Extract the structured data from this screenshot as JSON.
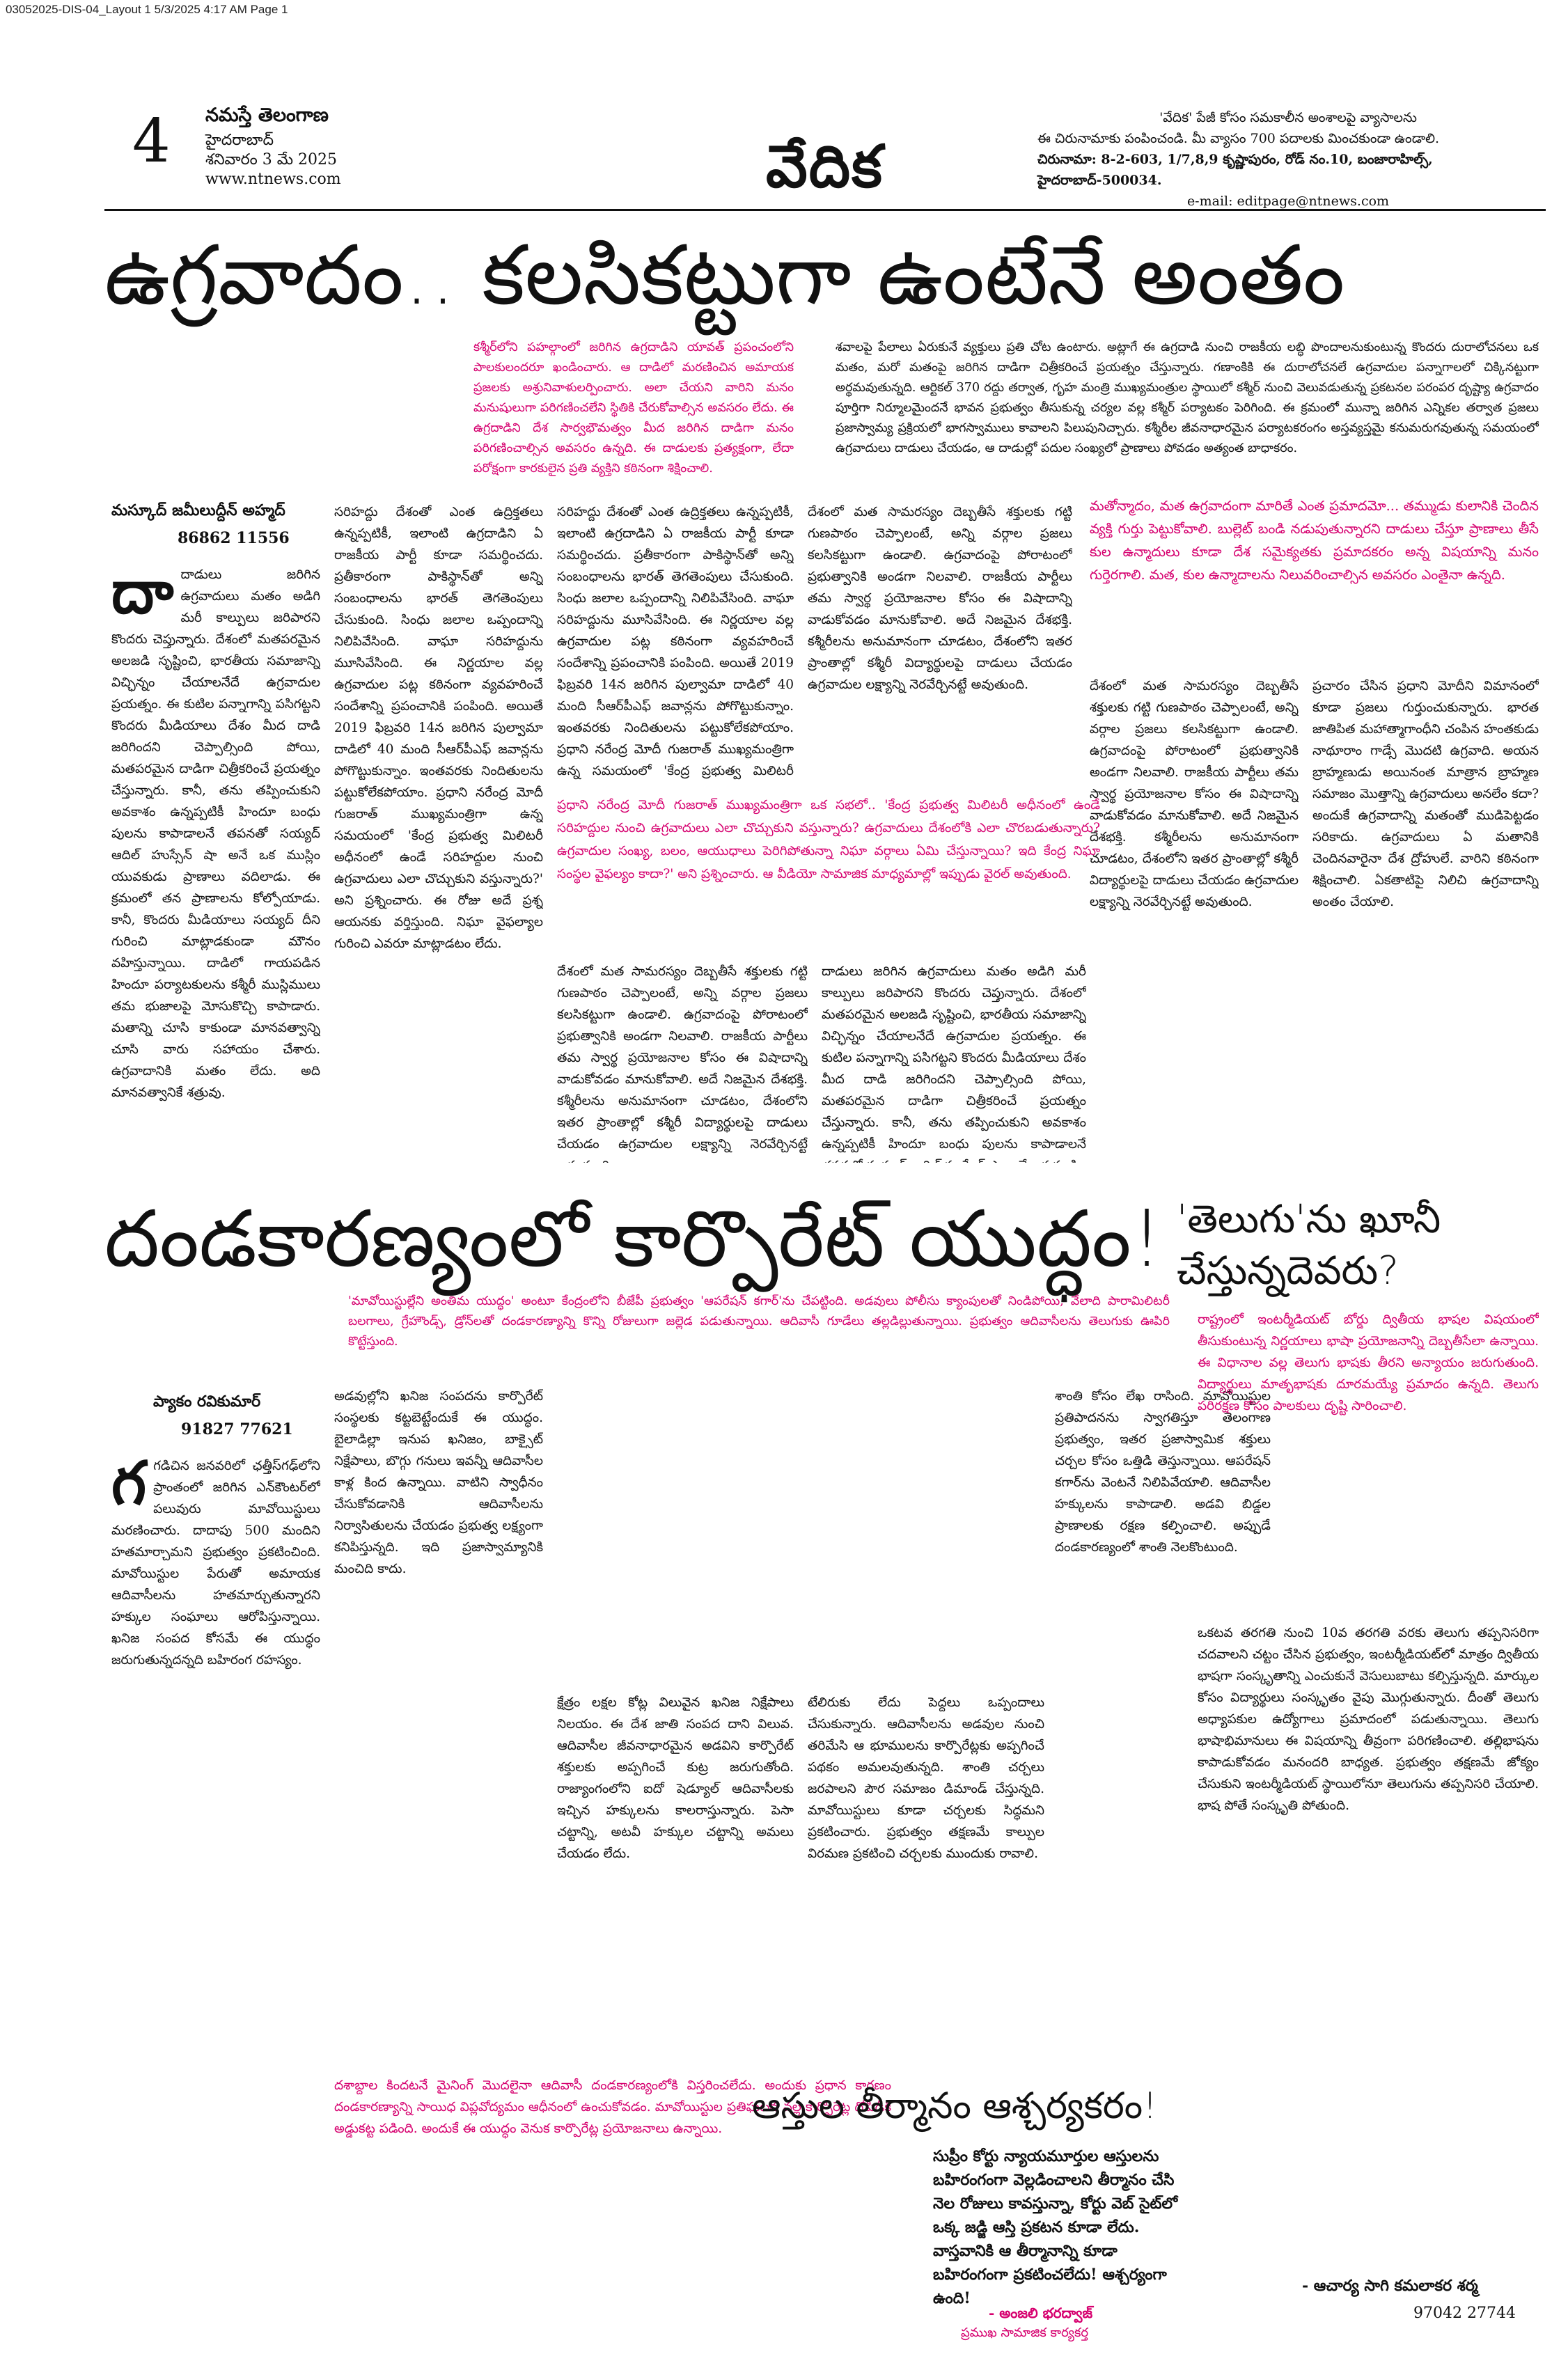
{
  "slug": "03052025-DIS-04_Layout 1 5/3/2025 4:17 AM Page 1",
  "masthead": {
    "page_number": "4",
    "brand": "నమస్తే తెలంగాణ",
    "city": "హైదరాబాద్",
    "date": "శనివారం 3 మే 2025",
    "website": "www.ntnews.com",
    "section": "వేదిక",
    "info_line1": "'వేదిక' పేజీ కోసం సమకాలీన అంశాలపై వ్యాసాలను",
    "info_line2": "ఈ చిరునామాకు పంపించండి. మీ వ్యాసం 700 పదాలకు మించకుండా ఉండాలి.",
    "info_line3": "చిరునామా: 8-2-603, 1/7,8,9 కృష్ణాపురం, రోడ్ నం.10, బంజారాహిల్స్, హైదరాబాద్-500034.",
    "info_line4": "e-mail: editpage@ntnews.com"
  },
  "article1": {
    "headline": "ఉగ్రవాదం.. కలసికట్టుగా ఉంటేనే అంతం",
    "intro_pink": "కశ్మీర్‌లోని పహల్గాంలో జరిగిన ఉగ్రదాడిని యావత్ ప్రపంచంలోని పాలకులందరూ ఖండించారు. ఆ దాడిలో మరణించిన అమాయక ప్రజలకు అశ్రునివాళులర్పించారు. అలా చేయని వారిని మనం మనుషులుగా పరిగణించలేని స్థితికి చేరుకోవాల్సిన అవసరం లేదు. ఈ ఉగ్రదాడిని దేశ సార్వభౌమత్వం మీద జరిగిన దాడిగా మనం పరిగణించాల్సిన అవసరం ఉన్నది. ఈ దాడులకు ప్రత్యక్షంగా, లేదా పరోక్షంగా కారకులైన ప్రతి వ్యక్తిని కఠినంగా శిక్షించాలి.",
    "intro_right": "శవాలపై పేలాలు ఏరుకునే వ్యక్తులు ప్రతి చోట ఉంటారు. అట్లాగే ఈ ఉగ్రదాడి నుంచి రాజకీయ లబ్ధి పొందాలనుకుంటున్న కొందరు దురాలోచనలు ఒక మతం, మరో మతంపై జరిగిన దాడిగా చిత్రీకరించే ప్రయత్నం చేస్తున్నారు. గణాంకికి ఈ దురాలోచనలే ఉగ్రవాదుల పన్నాగాలలో చిక్కినట్టుగా అర్థమవుతున్నది. ఆర్టికల్ 370 రద్దు తర్వాత, గృహ మంత్రి ముఖ్యమంత్రుల స్థాయిలో కశ్మీర్ నుంచి వెలువడుతున్న ప్రకటనల పరంపర దృష్ట్యా ఉగ్రవాదం పూర్తిగా నిర్మూలమైందనే భావన ప్రభుత్వం తీసుకున్న చర్యల వల్ల కశ్మీర్ పర్యాటకం పెరిగింది. ఈ క్రమంలో మున్నా జరిగిన ఎన్నికల తర్వాత ప్రజలు ప్రజాస్వామ్య ప్రక్రియలో భాగస్వాములు కావాలని పిలుపునిచ్చారు. కశ్మీరీల జీవనాధారమైన పర్యాటకరంగం అస్తవ్యస్తమై కనుమరుగవుతున్న సమయంలో ఉగ్రవాదులు దాడులు చేయడం, ఆ దాడుల్లో పదుల సంఖ్యలో ప్రాణాలు పోవడం అత్యంత బాధాకరం.",
    "byline": "మస్కూద్ జమీలుద్దీన్ అహ్మద్",
    "phone": "86862 11556",
    "col1": "దాడులు జరిగిన ఉగ్రవాదులు మతం అడిగి మరీ కాల్పులు జరిపారని కొందరు చెప్తున్నారు. దేశంలో మతపరమైన అలజడి సృష్టించి, భారతీయ సమాజాన్ని విచ్ఛిన్నం చేయాలనేదే ఉగ్రవాదుల ప్రయత్నం. ఈ కుటిల పన్నాగాన్ని పసిగట్టని కొందరు మీడియాలు దేశం మీద దాడి జరిగిందని చెప్పాల్సింది పోయి, మతపరమైన దాడిగా చిత్రీకరించే ప్రయత్నం చేస్తున్నారు. కానీ, తను తప్పించుకుని అవకాశం ఉన్నప్పటికీ హిందూ బంధు పులను కాపాడాలనే తపనతో సయ్యద్ ఆదిల్ హుస్సేన్ షా అనే ఒక ముస్లిం యువకుడు ప్రాణాలు వదిలాడు. ఈ క్రమంలో తన ప్రాణాలను కోల్పోయాడు. కానీ, కొందరు మీడియాలు సయ్యద్ దీని గురించి మాట్లాడకుండా మౌనం వహిస్తున్నాయి. దాడిలో గాయపడిన హిందూ పర్యాటకులను కశ్మీరీ ముస్లిములు తమ భుజాలపై మోసుకొచ్చి కాపాడారు. మతాన్ని చూసి కాకుండా మానవత్వాన్ని చూసి వారు సహాయం చేశారు. ఉగ్రవాదానికి మతం లేదు. అది మానవత్వానికే శత్రువు.",
    "col2": "సరిహద్దు దేశంతో ఎంత ఉద్రిక్తతలు ఉన్నప్పటికీ, ఇలాంటి ఉగ్రదాడిని ఏ రాజకీయ పార్టీ కూడా సమర్థించదు. ప్రతీకారంగా పాకిస్థాన్‌తో అన్ని సంబంధాలను భారత్ తెగతెంపులు చేసుకుంది. సింధు జలాల ఒప్పందాన్ని నిలిపివేసింది. వాఘా సరిహద్దును మూసివేసింది. ఈ నిర్ణయాల వల్ల ఉగ్రవాదుల పట్ల కఠినంగా వ్యవహరించే సందేశాన్ని ప్రపంచానికి పంపింది. అయితే 2019 ఫిబ్రవరి 14న జరిగిన పుల్వామా దాడిలో 40 మంది సీఆర్‌పీఎఫ్ జవాన్లను పోగొట్టుకున్నాం. ఇంతవరకు నిందితులను పట్టుకోలేకపోయాం. ప్రధాని నరేంద్ర మోదీ గుజరాత్ ముఖ్యమంత్రిగా ఉన్న సమయంలో 'కేంద్ర ప్రభుత్వ మిలిటరీ అధీనంలో ఉండే సరిహద్దుల నుంచి ఉగ్రవాదులు ఎలా చొచ్చుకుని వస్తున్నారు?' అని ప్రశ్నించారు. ఈ రోజు అదే ప్రశ్న ఆయనకు వర్తిస్తుంది. నిఘా వైఫల్యాల గురించి ఎవరూ మాట్లాడటం లేదు.",
    "pink_box": "మతోన్మాదం, మత ఉగ్రవాదంగా మారితే ఎంత ప్రమాదమో... తమ్ముడు కులానికి చెందిన వ్యక్తి గుర్తు పెట్టుకోవాలి. బుల్లెట్ బండి నడుపుతున్నారని దాడులు చేస్తూ ప్రాణాలు తీసే కుల ఉన్మాదులు కూడా దేశ సమైక్యతకు ప్రమాదకరం అన్న విషయాన్ని మనం గుర్తెరగాలి. మత, కుల ఉన్మాదాలను నిలువరించాల్సిన అవసరం ఎంతైనా ఉన్నది.",
    "pink_mid": "ప్రధాని నరేంద్ర మోదీ గుజరాత్ ముఖ్యమంత్రిగా ఒక సభలో.. 'కేంద్ర ప్రభుత్వ మిలిటరీ అధీనంలో ఉండే సరిహద్దుల నుంచి ఉగ్రవాదులు ఎలా చొచ్చుకుని వస్తున్నారు? ఉగ్రవాదులు దేశంలోకి ఎలా చొరబడుతున్నారు? ఉగ్రవాదుల సంఖ్య, బలం, ఆయుధాలు పెరిగిపోతున్నా నిఘా వర్గాలు ఏమి చేస్తున్నాయి? ఇది కేంద్ర నిఘా సంస్థల వైఫల్యం కాదా?' అని ప్రశ్నించారు. ఆ వీడియో సామాజిక మాధ్యమాల్లో ఇప్పుడు వైరల్ అవుతుంది.",
    "col4": "దేశంలో మత సామరస్యం దెబ్బతీసే శక్తులకు గట్టి గుణపాఠం చెప్పాలంటే, అన్ని వర్గాల ప్రజలు కలసికట్టుగా ఉండాలి. ఉగ్రవాదంపై పోరాటంలో ప్రభుత్వానికి అండగా నిలవాలి. రాజకీయ పార్టీలు తమ స్వార్థ ప్రయోజనాల కోసం ఈ విషాదాన్ని వాడుకోవడం మానుకోవాలి. అదే నిజమైన దేశభక్తి. కశ్మీరీలను అనుమానంగా చూడటం, దేశంలోని ఇతర ప్రాంతాల్లో కశ్మీరీ విద్యార్థులపై దాడులు చేయడం ఉగ్రవాదుల లక్ష్యాన్ని నెరవేర్చినట్టే అవుతుంది.",
    "col5": "ప్రచారం చేసిన ప్రధాని మోదీని విమానంలో కూడా ప్రజలు గుర్తుంచుకున్నారు. భారత జాతిపిత మహాత్మాగాంధీని చంపిన హంతకుడు నాథూరాం గాడ్సే మొదటి ఉగ్రవాది. అయన బ్రాహ్మణుడు అయినంత మాత్రాన బ్రాహ్మణ సమాజం మొత్తాన్ని ఉగ్రవాదులు అనలేం కదా? అందుకే ఉగ్రవాదాన్ని మతంతో ముడిపెట్టడం సరికాదు. ఉగ్రవాదులు ఏ మతానికి చెందినవారైనా దేశ ద్రోహులే. వారిని కఠినంగా శిక్షించాలి. ఏకతాటిపై నిలిచి ఉగ్రవాదాన్ని అంతం చేయాలి."
  },
  "article2": {
    "headline": "దండకారణ్యంలో కార్పొరేట్ యుద్ధం!",
    "intro_pink": "'మావోయిస్టుల్లేని అంతిమ యుద్ధం' అంటూ కేంద్రంలోని బీజేపీ ప్రభుత్వం 'ఆపరేషన్ కగార్'ను చేపట్టింది. అడవులు పోలీసు క్యాంపులతో నిండిపోయి, వేలాది పారామిలిటరీ బలగాలు, గ్రేహౌండ్స్, డ్రోన్‌లతో దండకారణ్యాన్ని కొన్ని రోజులుగా జల్లెడ పడుతున్నాయి. ఆదివాసీ గూడేలు తల్లడిల్లుతున్నాయి. ప్రభుత్వం ఆదివాసీలను తెలుగుకు ఊపిరి కొట్టేస్తుంది.",
    "byline": "ప్యాకం రవికుమార్",
    "phone": "91827 77621",
    "col1": "గడిచిన జనవరిలో ఛత్తీస్‌గఢ్‌లోని ప్రాంతంలో జరిగిన ఎన్‌కౌంటర్‌లో పలువురు మావోయిస్టులు మరణించారు. దాదాపు 500 మందిని హతమార్చామని ప్రభుత్వం ప్రకటించింది. మావోయిస్టుల పేరుతో అమాయక ఆదివాసీలను హతమార్చుతున్నారని హక్కుల సంఘాలు ఆరోపిస్తున్నాయి. ఖనిజ సంపద కోసమే ఈ యుద్ధం జరుగుతున్నదన్నది బహిరంగ రహస్యం.",
    "col2": "అడవుల్లోని ఖనిజ సంపదను కార్పొరేట్ సంస్థలకు కట్టబెట్టేందుకే ఈ యుద్ధం. బైలాడిల్లా ఇనుప ఖనిజం, బాక్సైట్ నిక్షేపాలు, బొగ్గు గనులు ఇవన్నీ ఆదివాసీల కాళ్ల కింద ఉన్నాయి. వాటిని స్వాధీనం చేసుకోవడానికి ఆదివాసీలను నిర్వాసితులను చేయడం ప్రభుత్వ లక్ష్యంగా కనిపిస్తున్నది. ఇది ప్రజాస్వామ్యానికి మంచిది కాదు.",
    "col3": "క్షేత్రం లక్షల కోట్ల విలువైన ఖనిజ నిక్షేపాలు నిలయం. ఈ దేశ జాతి సంపద దాని విలువ. ఆదివాసీల జీవనాధారమైన అడవిని కార్పొరేట్ శక్తులకు అప్పగించే కుట్ర జరుగుతోంది. రాజ్యాంగంలోని ఐదో షెడ్యూల్ ఆదివాసీలకు ఇచ్చిన హక్కులను కాలరాస్తున్నారు. పెసా చట్టాన్ని, అటవీ హక్కుల చట్టాన్ని అమలు చేయడం లేదు.",
    "pink_box": "దశాబ్దాల కిందటనే మైనింగ్ మొదలైనా ఆదివాసీ దండకారణ్యంలోకి విస్తరించలేదు. అందుకు ప్రధాన కారణం దండకారణ్యాన్ని సాయిధ విప్లవోద్యమం ఆధీనంలో ఉంచుకోవడం. మావోయిస్టుల ప్రతిఘటన వల్ల కార్పొరేట్ల దోపిడీకి అడ్డుకట్ట పడింది. అందుకే ఈ యుద్ధం వెనుక కార్పొరేట్ల ప్రయోజనాలు ఉన్నాయి.",
    "col4": "టేలిరుకు లేదు పెద్దలు ఒప్పందాలు చేసుకున్నారు. ఆదివాసీలను అడవుల నుంచి తరిమేసి ఆ భూములను కార్పొరేట్లకు అప్పగించే పథకం అమలవుతున్నది. శాంతి చర్చలు జరపాలని పౌర సమాజం డిమాండ్ చేస్తున్నది. మావోయిస్టులు కూడా చర్చలకు సిద్ధమని ప్రకటించారు. ప్రభుత్వం తక్షణమే కాల్పుల విరమణ ప్రకటించి చర్చలకు ముందుకు రావాలి.",
    "col5": "శాంతి కోసం లేఖ రాసింది. మావోయిస్టుల ప్రతిపాదనను స్వాగతిస్తూ తెలంగాణ ప్రభుత్వం, ఇతర ప్రజాస్వామిక శక్తులు చర్చల కోసం ఒత్తిడి తెస్తున్నాయి. ఆపరేషన్ కగార్‌ను వెంటనే నిలిపివేయాలి. ఆదివాసీల హక్కులను కాపాడాలి. అడవి బిడ్డల ప్రాణాలకు రక్షణ కల్పించాలి. అప్పుడే దండకారణ్యంలో శాంతి నెలకొంటుంది."
  },
  "article3": {
    "headline": "'తెలుగు'ను ఖూనీ చేస్తున్నదెవరు?",
    "intro_pink": "రాష్ట్రంలో ఇంటర్మీడియట్ బోర్డు ద్వితీయ భాషల విషయంలో తీసుకుంటున్న నిర్ణయాలు భాషా ప్రయోజనాన్ని దెబ్బతీసేలా ఉన్నాయి. ఈ విధానాల వల్ల తెలుగు భాషకు తీరని అన్యాయం జరుగుతుంది. విద్యార్థులు మాతృభాషకు దూరమయ్యే ప్రమాదం ఉన్నది. తెలుగు పరిరక్షణ కోసం పాలకులు దృష్టి సారించాలి.",
    "body": "ఒకటవ తరగతి నుంచి 10వ తరగతి వరకు తెలుగు తప్పనిసరిగా చదవాలని చట్టం చేసిన ప్రభుత్వం, ఇంటర్మీడియట్‌లో మాత్రం ద్వితీయ భాషగా సంస్కృతాన్ని ఎంచుకునే వెసులుబాటు కల్పిస్తున్నది. మార్కుల కోసం విద్యార్థులు సంస్కృతం వైపు మొగ్గుతున్నారు. దీంతో తెలుగు అధ్యాపకుల ఉద్యోగాలు ప్రమాదంలో పడుతున్నాయి. తెలుగు భాషాభిమానులు ఈ విషయాన్ని తీవ్రంగా పరిగణించాలి. తల్లిభాషను కాపాడుకోవడం మనందరి బాధ్యత. ప్రభుత్వం తక్షణమే జోక్యం చేసుకుని ఇంటర్మీడియట్ స్థాయిలోనూ తెలుగును తప్పనిసరి చేయాలి. భాష పోతే సంస్కృతి పోతుంది.",
    "signature": "- ఆచార్య సాగి కమలాకర శర్మ",
    "phone": "97042 27744"
  },
  "article4": {
    "headline": "ఆస్తుల తీర్మానం ఆశ్చర్యకరం!",
    "quote": "సుప్రీం కోర్టు న్యాయమూర్తుల ఆస్తులను బహిరంగంగా వెల్లడించాలని తీర్మానం చేసి నెల రోజులు కావస్తున్నా, కోర్టు వెబ్ సైట్‌లో ఒక్క జడ్జి ఆస్తి ప్రకటన కూడా లేదు. వాస్తవానికి ఆ తీర్మానాన్ని కూడా బహిరంగంగా ప్రకటించలేదు! ఆశ్చర్యంగా ఉంది!",
    "author": "- అంజలి భరద్వాజ్",
    "author_title": "ప్రముఖ సామాజిక కార్యకర్త"
  }
}
